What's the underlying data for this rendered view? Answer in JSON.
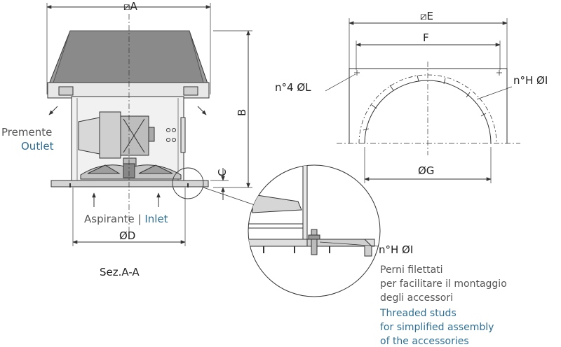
{
  "dimensions": {
    "a": "⧄A",
    "b": "B",
    "c": "C",
    "d": "ØD",
    "e": "⧄E",
    "f": "F",
    "g": "ØG",
    "holes_left": "n°4 ØL",
    "holes_right": "n°H  ØI",
    "holes_detail": "n°H  ØI"
  },
  "labels": {
    "outlet_it": "Premente",
    "outlet_en": "Outlet",
    "inlet_it": "Aspirante",
    "inlet_sep": " | ",
    "inlet_en": "Inlet",
    "section": "Sez.A-A"
  },
  "note": {
    "it": [
      "Perni filettati",
      "per facilitare il montaggio",
      "degli accessori"
    ],
    "en": [
      "Threaded studs",
      "for simplified assembly",
      "of the accessories"
    ]
  },
  "colors": {
    "line": "#333333",
    "text": "#222222",
    "italian": "#555555",
    "english": "#2e6f93",
    "hood": "#8a8a8a",
    "body": "#e6e6e6"
  }
}
